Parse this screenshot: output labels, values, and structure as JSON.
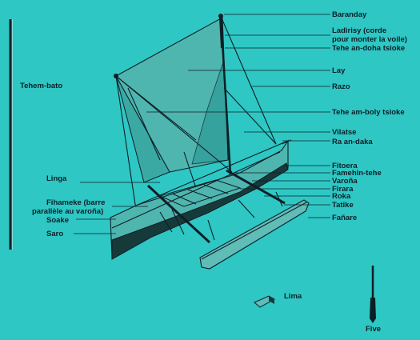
{
  "diagram": {
    "labels": {
      "baranday": "Baranday",
      "ladirisy_1": "Ladirisy (corde",
      "ladirisy_2": "pour monter la voile)",
      "tehe_an_doha": "Tehe an-doha tsioke",
      "lay": "Lay",
      "razo": "Razo",
      "tehe_am_boly": "Tehe am-boly tsioke",
      "vilatse": "Vilatse",
      "ra_an_daka": "Ra an-daka",
      "fitoera": "Fitoera",
      "famehin_tehe": "Famehin-tehe",
      "varona": "Varoña",
      "firara": "Firara",
      "roka": "Roka",
      "tatike": "Tatike",
      "fanare": "Fañare",
      "tehem_bato": "Tehem-bato",
      "linga": "Linga",
      "fihameke_1": "Fihameke (barre",
      "fihameke_2": "parallèle au varoña)",
      "soake": "Soake",
      "saro": "Saro",
      "lima": "Lima",
      "five": "Five"
    },
    "colors": {
      "background": "#2ec7c4",
      "ink": "#0d1f26",
      "sail": "#4fb5af",
      "hull": "#163a3a",
      "float": "#5fbcb6"
    }
  }
}
